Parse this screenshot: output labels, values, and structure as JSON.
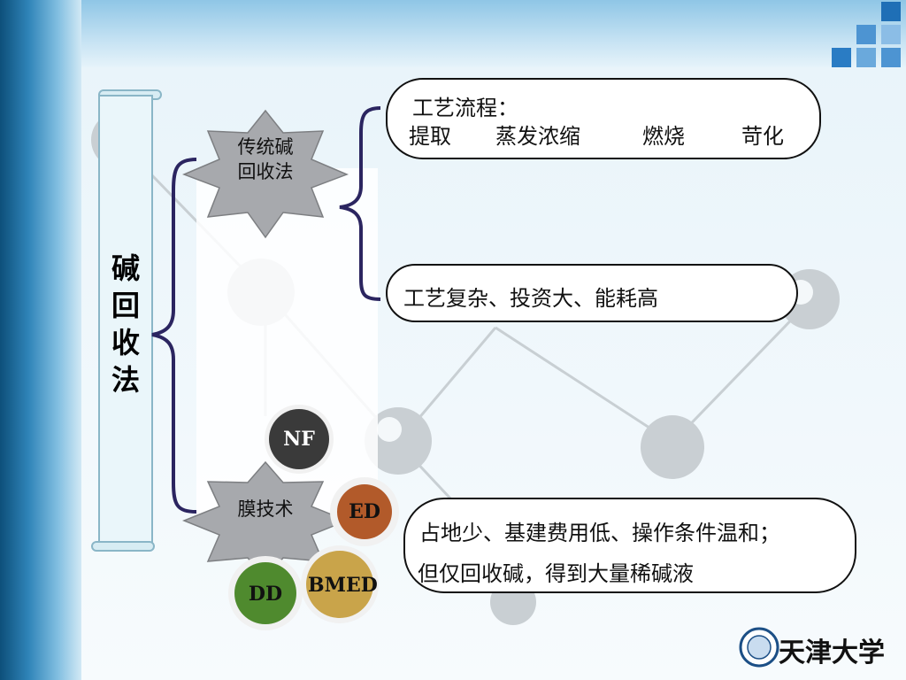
{
  "title": "碱回收法",
  "branches": [
    {
      "label_line1": "传统碱",
      "label_line2": "回收法",
      "process_heading": "工艺流程：",
      "process_steps": [
        "提取",
        "蒸发浓缩",
        "燃烧",
        "苛化"
      ],
      "drawback": "工艺复杂、投资大、能耗高"
    },
    {
      "label": "膜技术",
      "techniques": [
        "NF",
        "ED",
        "BMED",
        "DD"
      ],
      "description_line1": "占地少、基建费用低、操作条件温和；",
      "description_line2": "但仅回收碱，得到大量稀碱液"
    }
  ],
  "logo_text": "天津大学",
  "colors": {
    "nf": "#3a3a3a",
    "ed": "#b25a2a",
    "bmed": "#c9a44a",
    "dd": "#4f8a2e"
  }
}
